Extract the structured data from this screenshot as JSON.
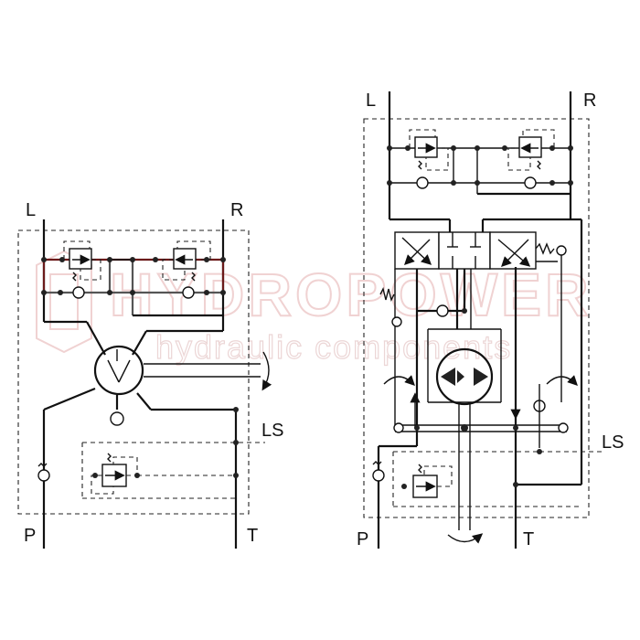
{
  "watermark": {
    "brand": "HYDROPOWER",
    "tagline": "hydraulic components",
    "color": "#e9c4c4"
  },
  "left_circuit": {
    "ports": {
      "top_left": "L",
      "top_right": "R",
      "load_sense": "LS",
      "bottom_left": "P",
      "bottom_right": "T"
    }
  },
  "right_circuit": {
    "ports": {
      "top_left": "L",
      "top_right": "R",
      "load_sense": "LS",
      "bottom_left": "P",
      "bottom_right": "T"
    }
  },
  "colors": {
    "line": "#111111",
    "accent_red": "#6b1a1a"
  }
}
